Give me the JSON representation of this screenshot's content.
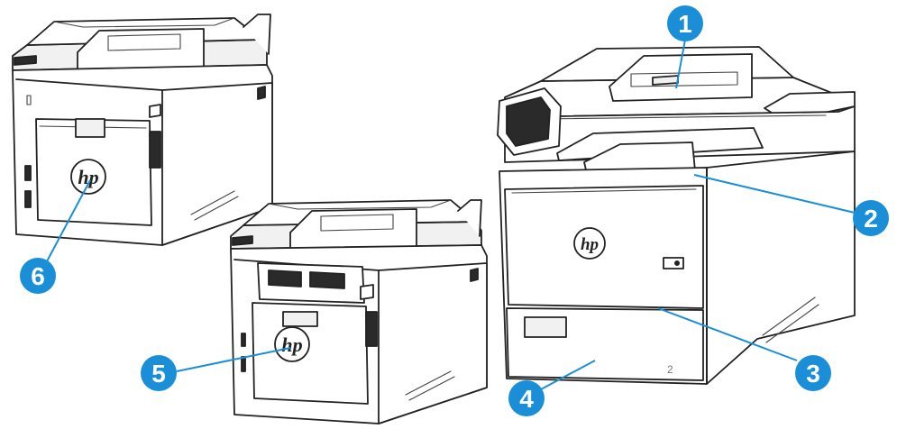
{
  "figure": {
    "callout_color": "#1a8fd8",
    "leader_color": "#1a8fd8",
    "line_color": "#222222"
  },
  "callouts": [
    {
      "id": "1",
      "label": "1"
    },
    {
      "id": "2",
      "label": "2"
    },
    {
      "id": "3",
      "label": "3"
    },
    {
      "id": "4",
      "label": "4"
    },
    {
      "id": "5",
      "label": "5"
    },
    {
      "id": "6",
      "label": "6"
    }
  ],
  "printers": {
    "front": {
      "logo": "hp",
      "tray_number": "2"
    },
    "rear_top": {
      "logo": "hp"
    },
    "rear_bottom": {
      "logo": "hp"
    }
  },
  "icons": {
    "callout": "numbered-circle-icon",
    "logo": "hp-logo-icon"
  }
}
